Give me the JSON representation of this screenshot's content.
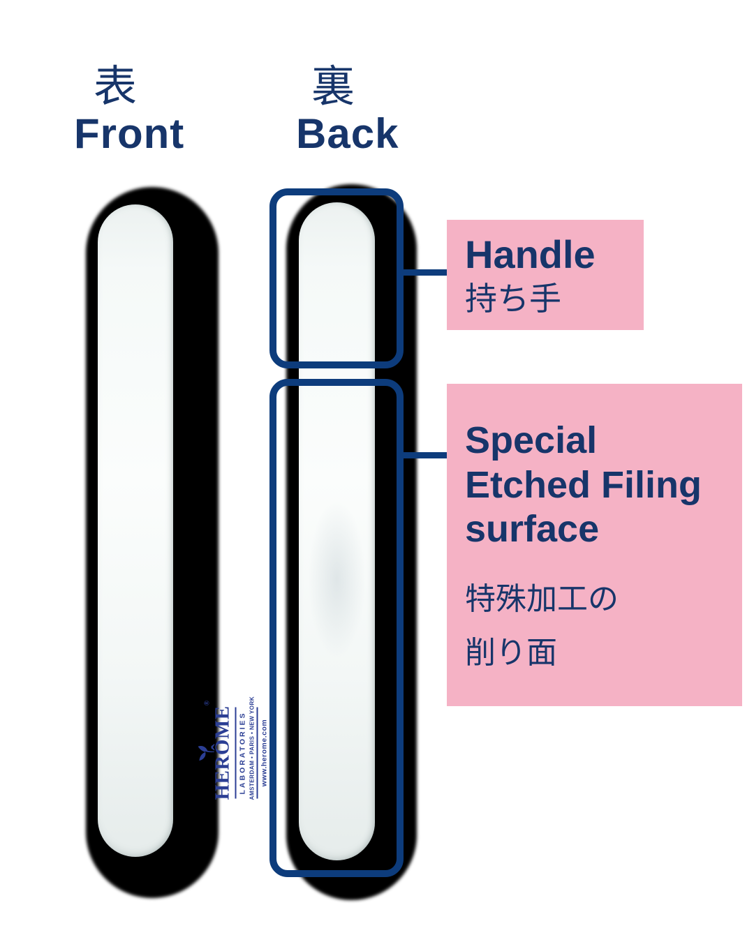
{
  "colors": {
    "navy_text": "#17356a",
    "outline_blue": "#0d3c7c",
    "pink_label_bg": "#f5b2c5",
    "logo_blue": "#2b3e94",
    "shadow_black": "#000000"
  },
  "views": {
    "front": {
      "label_ja": "表",
      "label_en": "Front"
    },
    "back": {
      "label_ja": "裏",
      "label_en": "Back"
    }
  },
  "product_front_print": {
    "brand_wordmark": "HERÔME",
    "registered_mark": "®",
    "leaf_icon": "tulip-leaf-icon",
    "line1": "LABORATORIES",
    "line2": "AMSTERDAM • PARIS • NEW YORK",
    "line3": "www.herome.com"
  },
  "annotations": {
    "handle": {
      "title_en": "Handle",
      "title_ja": "持ち手"
    },
    "filing_surface": {
      "title_en_lines": [
        "Special",
        "Etched Filing",
        "surface"
      ],
      "title_ja_lines": [
        "特殊加工の",
        "削り面"
      ]
    }
  }
}
